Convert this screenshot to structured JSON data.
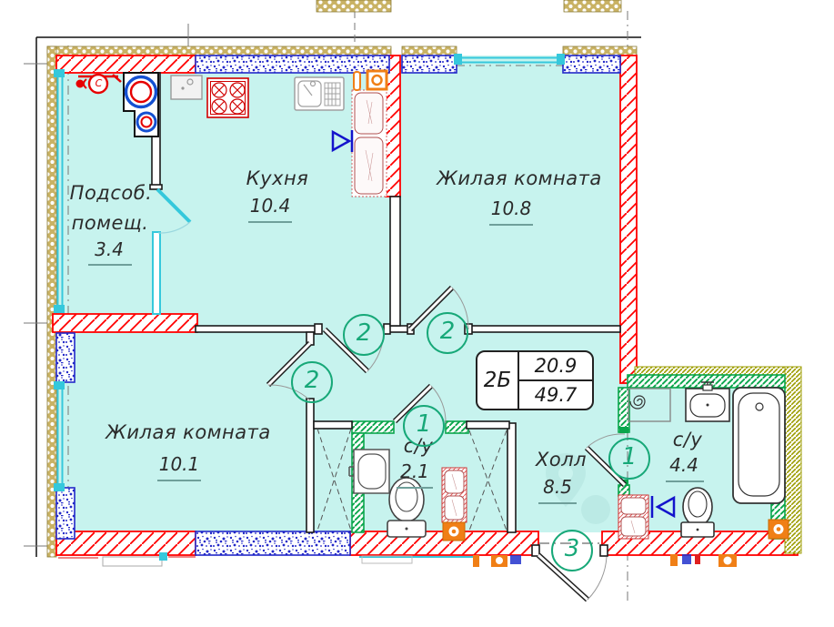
{
  "unit_card": {
    "unit": "2Б",
    "area_top": "20.9",
    "area_bottom": "49.7"
  },
  "rooms": {
    "utility": {
      "label_line1": "Подсоб.",
      "label_line2": "помещ.",
      "area": "3.4"
    },
    "kitchen": {
      "label": "Кухня",
      "area": "10.4"
    },
    "living_top": {
      "label": "Жилая комната",
      "area": "10.8"
    },
    "living_bottom": {
      "label": "Жилая комната",
      "area": "10.1"
    },
    "bathroom_small": {
      "label": "с/у",
      "area": "2.1"
    },
    "hall": {
      "label": "Холл",
      "area": "8.5"
    },
    "bathroom_big": {
      "label": "с/у",
      "area": "4.4"
    }
  },
  "door_marks": {
    "kitchen": "2",
    "living_top": "2",
    "living_bottom": "2",
    "bathroom_small": "1",
    "bathroom_big": "1",
    "entrance": "3"
  },
  "meter_label": "С",
  "colors": {
    "room_fill": "#c7f3ee",
    "wall_red": "#ff0000",
    "partition_green": "#0aa64c",
    "window_cyan": "#35c8dc",
    "insulation_tan": "#c9b264",
    "masonry_blue": "#2228c8",
    "fixture_orange": "#f07f16",
    "mark_green": "#17a878"
  }
}
